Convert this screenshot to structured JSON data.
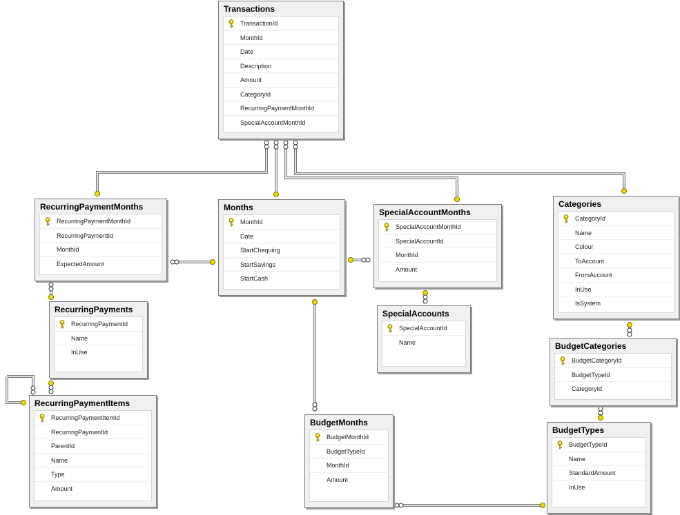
{
  "tables": [
    {
      "id": "transactions",
      "name": "Transactions",
      "pk": 0,
      "columns": [
        "TransactionId",
        "MonthId",
        "Date",
        "Description",
        "Amount",
        "CategoryId",
        "RecurringPaymentMonthId",
        "SpecialAccountMonthId"
      ]
    },
    {
      "id": "recurring-payment-months",
      "name": "RecurringPaymentMonths",
      "pk": 0,
      "columns": [
        "RecurringPaymentMonthId",
        "RecurringPaymentId",
        "MonthId",
        "ExpectedAmount"
      ]
    },
    {
      "id": "months",
      "name": "Months",
      "pk": 0,
      "columns": [
        "MonthId",
        "Date",
        "StartChequing",
        "StartSavings",
        "StartCash"
      ]
    },
    {
      "id": "special-account-months",
      "name": "SpecialAccountMonths",
      "pk": 0,
      "columns": [
        "SpecialAccountMonthId",
        "SpecialAccountId",
        "MonthId",
        "Amount"
      ]
    },
    {
      "id": "categories",
      "name": "Categories",
      "pk": 0,
      "columns": [
        "CategoryId",
        "Name",
        "Colour",
        "ToAccount",
        "FromAccount",
        "InUse",
        "IsSystem"
      ]
    },
    {
      "id": "recurring-payments",
      "name": "RecurringPayments",
      "pk": 0,
      "columns": [
        "RecurringPaymentId",
        "Name",
        "InUse"
      ]
    },
    {
      "id": "special-accounts",
      "name": "SpecialAccounts",
      "pk": 0,
      "columns": [
        "SpecialAccountId",
        "Name"
      ]
    },
    {
      "id": "budget-categories",
      "name": "BudgetCategories",
      "pk": 0,
      "columns": [
        "BudgetCategoryId",
        "BudgetTypeId",
        "CategoryId"
      ]
    },
    {
      "id": "recurring-payment-items",
      "name": "RecurringPaymentItems",
      "pk": 0,
      "columns": [
        "RecurringPaymentItemId",
        "RecurringPaymentId",
        "ParentId",
        "Name",
        "Type",
        "Amount"
      ]
    },
    {
      "id": "budget-months",
      "name": "BudgetMonths",
      "pk": 0,
      "columns": [
        "BudgetMonthId",
        "BudgetTypeId",
        "MonthId",
        "Amount"
      ]
    },
    {
      "id": "budget-types",
      "name": "BudgetTypes",
      "pk": 0,
      "columns": [
        "BudgetTypeId",
        "Name",
        "StandardAmount",
        "InUse"
      ]
    }
  ],
  "colors": {
    "key": "#e8d800",
    "line": "#777777",
    "tableBg": "#f0f0f0"
  }
}
